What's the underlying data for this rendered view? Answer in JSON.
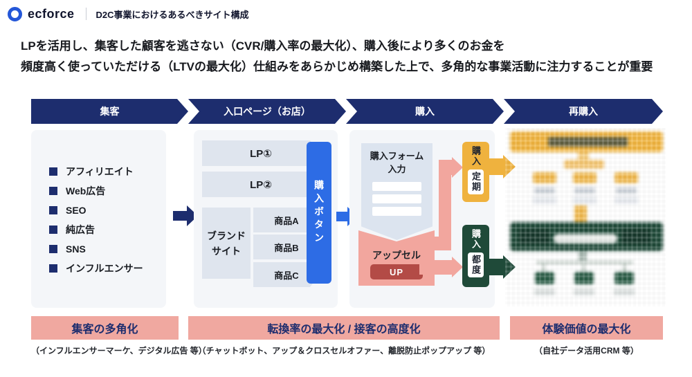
{
  "header": {
    "brand": "ecforce",
    "title": "D2C事業におけるあるべきサイト構成"
  },
  "headline": {
    "line1": "LPを活用し、集客した顧客を逃さない（CVR/購入率の最大化）、購入後により多くのお金を",
    "line2": "頻度高く使っていただける（LTVの最大化）仕組みをあらかじめ構築した上で、多角的な事業活動に注力することが重要"
  },
  "stages": [
    "集客",
    "入口ページ（お店）",
    "購入",
    "再購入"
  ],
  "acquisition": {
    "items": [
      "アフィリエイト",
      "Web広告",
      "SEO",
      "純広告",
      "SNS",
      "インフルエンサー"
    ]
  },
  "entry": {
    "lp1": "LP①",
    "lp2": "LP②",
    "brand_line1": "ブランド",
    "brand_line2": "サイト",
    "products": [
      "商品A",
      "商品B",
      "商品C"
    ],
    "buy_button": "購入ボタン"
  },
  "purchase": {
    "form_line1": "購入フォーム",
    "form_line2": "入力",
    "upsell": "アップセル",
    "up": "UP",
    "subscription": {
      "buy": "購入",
      "type": "定期"
    },
    "onetime": {
      "buy": "購入",
      "type": "都度"
    }
  },
  "outcomes": [
    {
      "label": "集客の多角化",
      "caption": "（インフルエンサーマーケ、デジタル広告 等）"
    },
    {
      "label": "転換率の最大化 / 接客の高度化",
      "caption": "（チャットボット、アップ＆クロスセルオファー、離脱防止ポップアップ 等）"
    },
    {
      "label": "体験価値の最大化",
      "caption": "（自社データ活用CRM 等）"
    }
  ],
  "colors": {
    "navy": "#1d2d6e",
    "panel_bg": "#f4f6f9",
    "box_gray_blue": "#dfe5ee",
    "accent_blue": "#2d6ce5",
    "pink": "#f2a69e",
    "banner_salmon": "#f0a8a0",
    "up_red": "#b34b46",
    "badge_yellow": "#efb23e",
    "badge_green": "#1f4a39"
  }
}
